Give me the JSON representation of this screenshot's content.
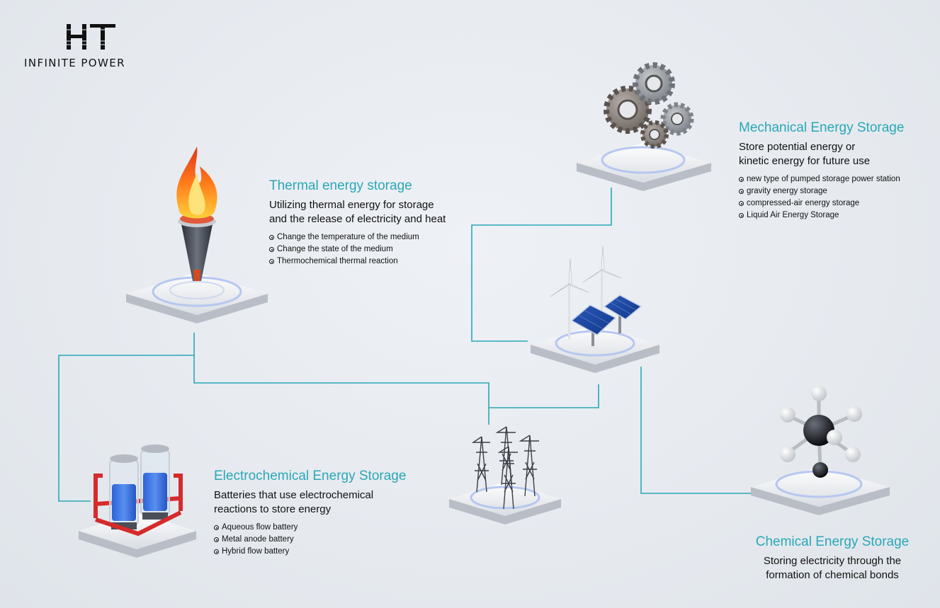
{
  "logo": {
    "mark": "HT",
    "tagline": "INFINITE POWER"
  },
  "colors": {
    "accent": "#2aa7b7",
    "connector": "#2aa7b7",
    "background": "#e8ebef",
    "text": "#111111"
  },
  "nodes": {
    "thermal": {
      "title": "Thermal energy storage",
      "description_line1": "Utilizing thermal energy for storage",
      "description_line2": "and the release of electricity and heat",
      "items": [
        "Change the temperature of the medium",
        "Change the state of the medium",
        "Thermochemical thermal reaction"
      ],
      "icon": "torch-flame-icon"
    },
    "mechanical": {
      "title": "Mechanical Energy Storage",
      "description_line1": "Store potential energy or",
      "description_line2": "kinetic energy for future use",
      "items": [
        "new type of pumped storage power station",
        "gravity energy storage",
        "compressed-air energy storage",
        "Liquid Air Energy Storage"
      ],
      "icon": "gears-icon"
    },
    "electrochemical": {
      "title": "Electrochemical Energy Storage",
      "description_line1": "Batteries that use electrochemical",
      "description_line2": "reactions to store energy",
      "items": [
        "Aqueous flow battery",
        "Metal anode battery",
        "Hybrid flow battery"
      ],
      "icon": "flow-battery-icon"
    },
    "chemical": {
      "title": "Chemical Energy Storage",
      "description_line1": "Storing electricity through the",
      "description_line2": "formation of chemical bonds",
      "icon": "molecule-icon"
    },
    "hub": {
      "icon": "wind-solar-icon"
    },
    "grid": {
      "icon": "transmission-towers-icon"
    }
  }
}
